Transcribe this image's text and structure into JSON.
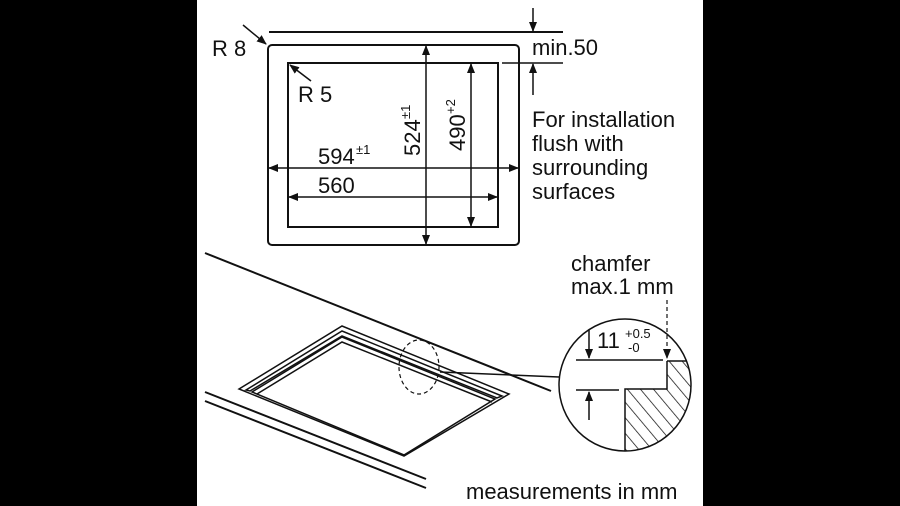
{
  "top_view": {
    "outer_radius": "R 8",
    "inner_radius": "R 5",
    "min_distance": "min.50",
    "width_outer": "594",
    "width_outer_tol": "±1",
    "width_inner": "560",
    "depth_outer": "524",
    "depth_outer_tol": "±1",
    "depth_inner": "490",
    "depth_inner_tol": "+2",
    "note_lines": [
      "For installation",
      "flush with",
      "surrounding",
      "surfaces"
    ]
  },
  "detail_view": {
    "chamfer_line1": "chamfer",
    "chamfer_line2": "max.1 mm",
    "depth_value": "11",
    "depth_tol_plus": "+0.5",
    "depth_tol_minus": "-0"
  },
  "footer": "measurements in mm",
  "colors": {
    "background": "#000000",
    "paper": "#ffffff",
    "ink": "#111111"
  }
}
